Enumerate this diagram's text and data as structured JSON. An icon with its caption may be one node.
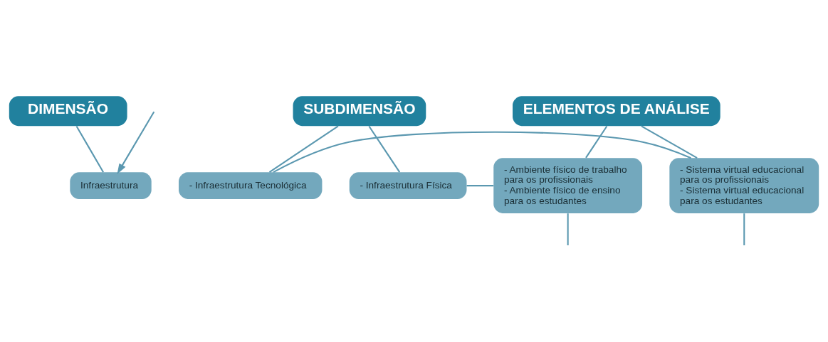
{
  "diagram": {
    "nodes": [
      {
        "text": [
          "DIMENSÃO"
        ]
      },
      {
        "text": [
          "SUBDIMENSÃO"
        ]
      },
      {
        "text": [
          "ELEMENTOS DE ANÁLISE"
        ]
      },
      {
        "text": [
          "Infraestrutura"
        ]
      },
      {
        "text": [
          "- Infraestrutura Física"
        ]
      },
      {
        "text": [
          "- Infraestrutura Tecnológica"
        ]
      },
      {
        "text": [
          "- Ambiente físico de trabalho para os profissionais",
          "- Ambiente físico de ensino para os estudantes"
        ]
      },
      {
        "text": [
          "- Sistema virtual educacional para os profissionais",
          "- Sistema virtual educacional para os estudantes"
        ]
      }
    ],
    "edges": [
      {
        "from": 0,
        "to": 3,
        "arrow": "none"
      },
      {
        "from": 1,
        "to": 4,
        "arrow": "none"
      },
      {
        "from": 1,
        "to": 5,
        "arrow": "none"
      },
      {
        "from": 2,
        "to": 6,
        "arrow": "none"
      },
      {
        "from": 2,
        "to": 7,
        "arrow": "none"
      },
      {
        "from": 4,
        "to": 6,
        "arrow": "none"
      },
      {
        "from": 5,
        "to": 7,
        "arrow": "none"
      },
      {
        "from": 6,
        "to": null,
        "arrow": "none"
      },
      {
        "from": 7,
        "to": null,
        "arrow": "none"
      },
      {
        "from": null,
        "to": 3,
        "arrow": "to"
      }
    ]
  }
}
